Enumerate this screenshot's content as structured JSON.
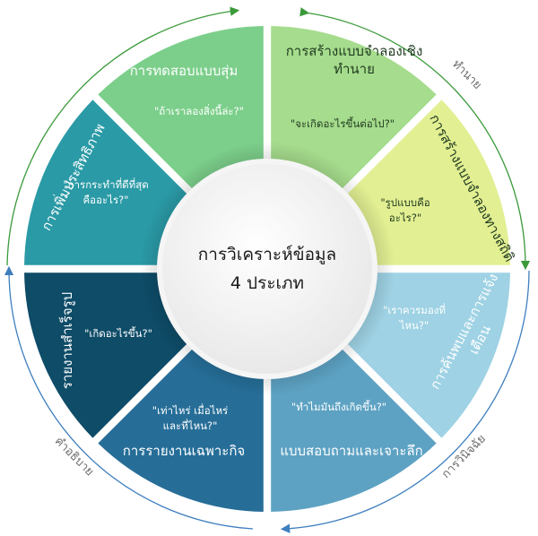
{
  "center": {
    "line1": "การวิเคราะห์ข้อมูล",
    "line2": "4 ประเภท"
  },
  "outer_labels": {
    "top_right": "ทำนาย",
    "bottom_right": "การวินิจฉัย",
    "bottom_left": "คำอธิบาย"
  },
  "segments": [
    {
      "id": "predictive-modeling",
      "title_lines": [
        "การสร้างแบบจำลองเชิง",
        "ทำนาย"
      ],
      "question_lines": [
        "\"จะเกิดอะไรขึ้นต่อไป?\""
      ],
      "color": "#a6dc8d"
    },
    {
      "id": "statistical-modeling",
      "title_lines": [
        "การสร้างแบบจำลองทางสถิติ"
      ],
      "question_lines": [
        "\"รูปแบบคือ",
        "อะไร?\""
      ],
      "color": "#e2ef92"
    },
    {
      "id": "alerts",
      "title_lines": [
        "การค้นพบและการแจ้ง",
        "เตือน"
      ],
      "question_lines": [
        "\"เราควรมองที่",
        "ไหน?\""
      ],
      "color": "#9ed2e4"
    },
    {
      "id": "query-drilldown",
      "title_lines": [
        "แบบสอบถามและเจาะลึก"
      ],
      "question_lines": [
        "\"ทำไมมันถึงเกิดขึ้น?\""
      ],
      "color": "#5da2c3"
    },
    {
      "id": "adhoc-reports",
      "title_lines": [
        "การรายงานเฉพาะกิจ"
      ],
      "question_lines": [
        "\"เท่าไหร่ เมื่อไหร่",
        "และที่ไหน?\""
      ],
      "color": "#266e98"
    },
    {
      "id": "standard-reports",
      "title_lines": [
        "รายงานสำเร็จรูป"
      ],
      "question_lines": [
        "\"เกิดอะไรขึ้น?\""
      ],
      "color": "#0e4c68"
    },
    {
      "id": "optimization",
      "title_lines": [
        "การเพิ่มประสิทธิภาพ"
      ],
      "question_lines": [
        "\"การกระทำที่ดีที่สุด",
        "คืออะไร?\""
      ],
      "color": "#2a9aa6"
    },
    {
      "id": "experimental-design",
      "title_lines": [
        "การทดสอบแบบสุ่ม"
      ],
      "question_lines": [
        "\"ถ้าเราลองสิ่งนี้ล่ะ?\""
      ],
      "color": "#7ccf8b"
    }
  ]
}
